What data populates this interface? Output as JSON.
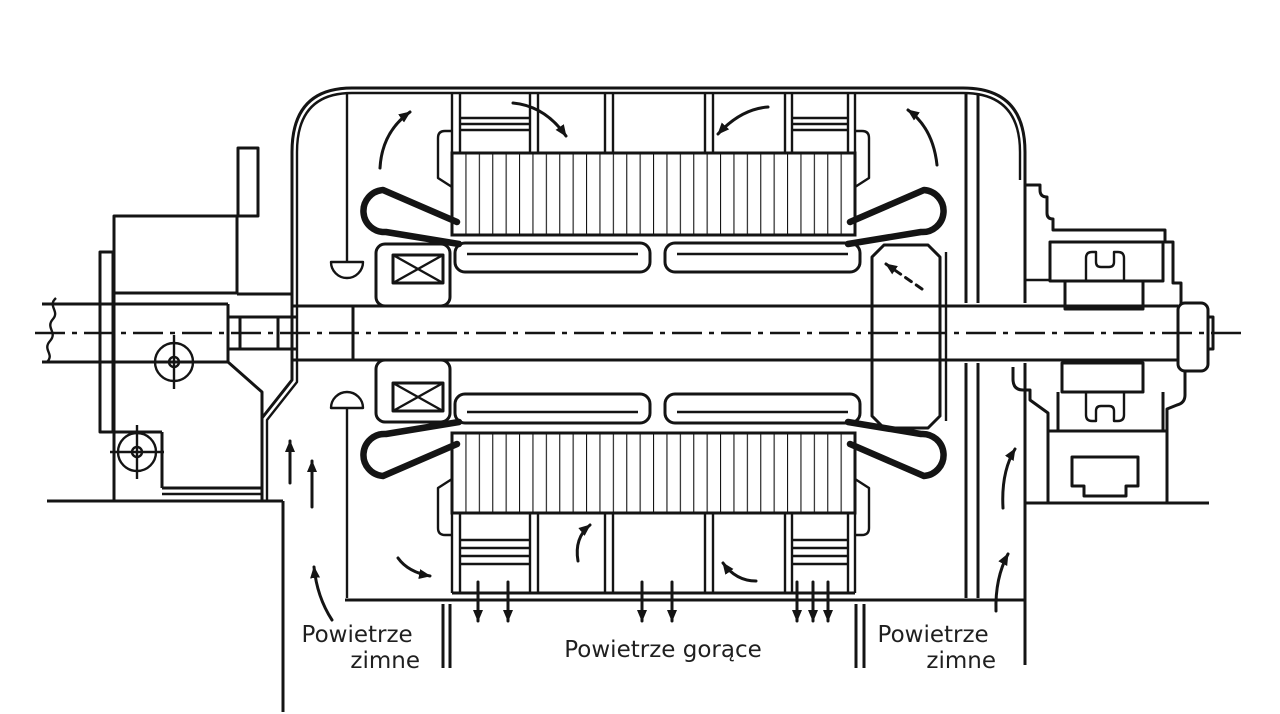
{
  "diagram": {
    "type": "engineering-cross-section",
    "subject": "electric machine with air cooling flow",
    "labels": {
      "cold_air_left": {
        "line1": "Powietrze",
        "line2": "zimne"
      },
      "hot_air_center": {
        "text": "Powietrze gorące"
      },
      "cold_air_right": {
        "line1": "Powietrze",
        "line2": "zimne"
      }
    },
    "colors": {
      "line": "#141414",
      "text": "#1f1f1f",
      "background": "#ffffff"
    }
  }
}
